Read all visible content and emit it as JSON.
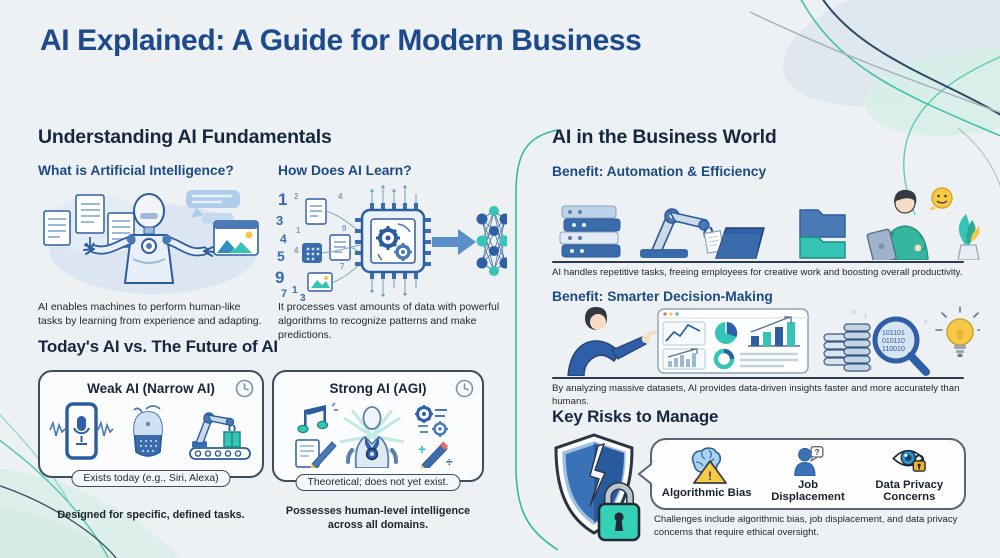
{
  "page": {
    "title": "AI Explained: A Guide for Modern Business"
  },
  "colors": {
    "title_blue": "#1d4a8c",
    "heading_navy": "#15283f",
    "subheading_blue": "#1c4a82",
    "accent_teal": "#2fbfa6",
    "accent_blue": "#2f5fa8",
    "card_border": "#3e4c60",
    "warning_yellow": "#f7c948",
    "lock_teal": "#35d1b7"
  },
  "left": {
    "heading": "Understanding AI Fundamentals",
    "what_is": {
      "heading": "What is Artificial Intelligence?",
      "body": "AI enables machines to perform human-like tasks by learning from experience and adapting."
    },
    "how_learn": {
      "heading": "How Does AI Learn?",
      "body": "It processes vast amounts of data with powerful algorithms to recognize patterns and make predictions.",
      "digits": [
        "1",
        "3",
        "4",
        "5",
        "9",
        "7",
        "1",
        "3"
      ],
      "small_digits": [
        "2",
        "1",
        "4",
        "7",
        "9",
        "4"
      ]
    },
    "versus": {
      "heading": "Today's AI vs. The Future of AI",
      "math_symbols": [
        "+",
        "÷"
      ],
      "cards": [
        {
          "title": "Weak AI (Narrow AI)",
          "pill": "Exists today (e.g., Siri, Alexa)",
          "caption": "Designed for specific, defined tasks."
        },
        {
          "title": "Strong AI (AGI)",
          "pill": "Theoretical; does not yet exist.",
          "caption": "Possesses human-level intelligence across all domains."
        }
      ]
    }
  },
  "right": {
    "heading": "AI in the Business World",
    "benefit1": {
      "heading": "Benefit: Automation & Efficiency",
      "body": "AI handles repetitive tasks, freeing employees for creative work and boosting overall productivity."
    },
    "benefit2": {
      "heading": "Benefit: Smarter Decision-Making",
      "body": "By analyzing massive datasets, AI provides data-driven insights faster and more accurately than humans.",
      "binary_rows": [
        "101101",
        "010110",
        "110010"
      ]
    },
    "risks": {
      "heading": "Key Risks to Manage",
      "items": [
        {
          "label": "Algorithmic Bias",
          "badge": "!"
        },
        {
          "label": "Job Displacement",
          "badge": "?"
        },
        {
          "label": "Data Privacy Concerns",
          "badge": ""
        }
      ],
      "body": "Challenges include algorithmic bias, job displacement, and data privacy concerns that require ethical oversight."
    }
  }
}
